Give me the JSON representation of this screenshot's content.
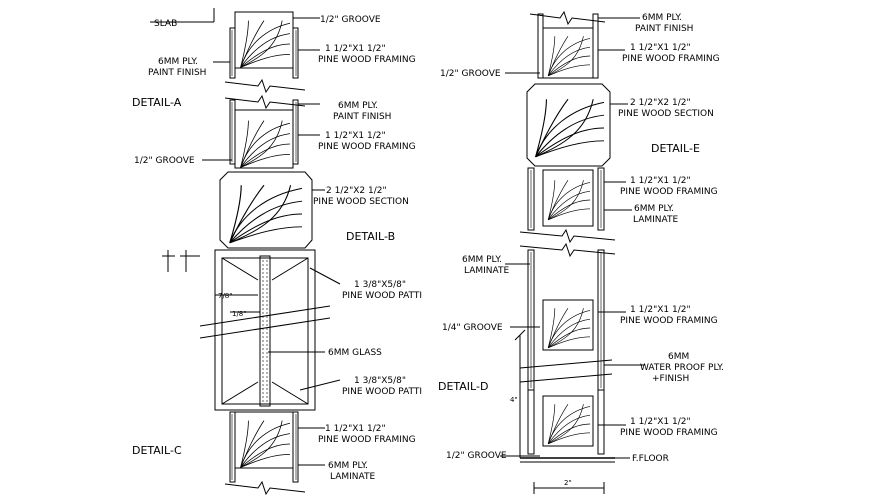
{
  "left": {
    "slab": "SLAB",
    "groove_top": "1/2\" GROOVE",
    "ply_a1": "6MM PLY.",
    "ply_a2": "PAINT FINISH",
    "frame_a1": "1 1/2\"X1 1/2\"",
    "frame_a2": "PINE WOOD FRAMING",
    "detail_a": "DETAIL-A",
    "ply_b1": "6MM PLY.",
    "ply_b2": "PAINT FINISH",
    "frame_b1": "1 1/2\"X1 1/2\"",
    "frame_b2": "PINE WOOD FRAMING",
    "groove_mid": "1/2\" GROOVE",
    "section_1": "2 1/2\"X2 1/2\"",
    "section_2": "PINE WOOD SECTION",
    "detail_b": "DETAIL-B",
    "patti_a1": "1 3/8\"X5/8\"",
    "patti_a2": "PINE WOOD PATTI",
    "dim_78": "7/8\"",
    "dim_18": "1/8\"",
    "glass": "6MM GLASS",
    "patti_b1": "1 3/8\"X5/8\"",
    "patti_b2": "PINE WOOD PATTI",
    "frame_c1": "1 1/2\"X1 1/2\"",
    "frame_c2": "PINE WOOD FRAMING",
    "detail_c": "DETAIL-C",
    "lam_1": "6MM PLY.",
    "lam_2": "LAMINATE"
  },
  "right": {
    "ply_1": "6MM PLY.",
    "ply_2": "PAINT FINISH",
    "frame_a1": "1 1/2\"X1 1/2\"",
    "frame_a2": "PINE WOOD FRAMING",
    "groove_top": "1/2\" GROOVE",
    "section_1": "2 1/2\"X2 1/2\"",
    "section_2": "PINE WOOD SECTION",
    "detail_e": "DETAIL-E",
    "frame_b1": "1 1/2\"X1 1/2\"",
    "frame_b2": "PINE WOOD FRAMING",
    "lam_a1": "6MM PLY.",
    "lam_a2": "LAMINATE",
    "lam_b1": "6MM PLY.",
    "lam_b2": "LAMINATE",
    "frame_c1": "1 1/2\"X1 1/2\"",
    "frame_c2": "PINE WOOD FRAMING",
    "groove_14": "1/4\" GROOVE",
    "wp_1": "6MM",
    "wp_2": "WATER PROOF PLY.",
    "wp_3": "+FINISH",
    "detail_d": "DETAIL-D",
    "dim_4": "4\"",
    "frame_d1": "1 1/2\"X1 1/2\"",
    "frame_d2": "PINE WOOD FRAMING",
    "groove_bot": "1/2\" GROOVE",
    "floor": "F.FLOOR",
    "dim_2": "2\""
  }
}
